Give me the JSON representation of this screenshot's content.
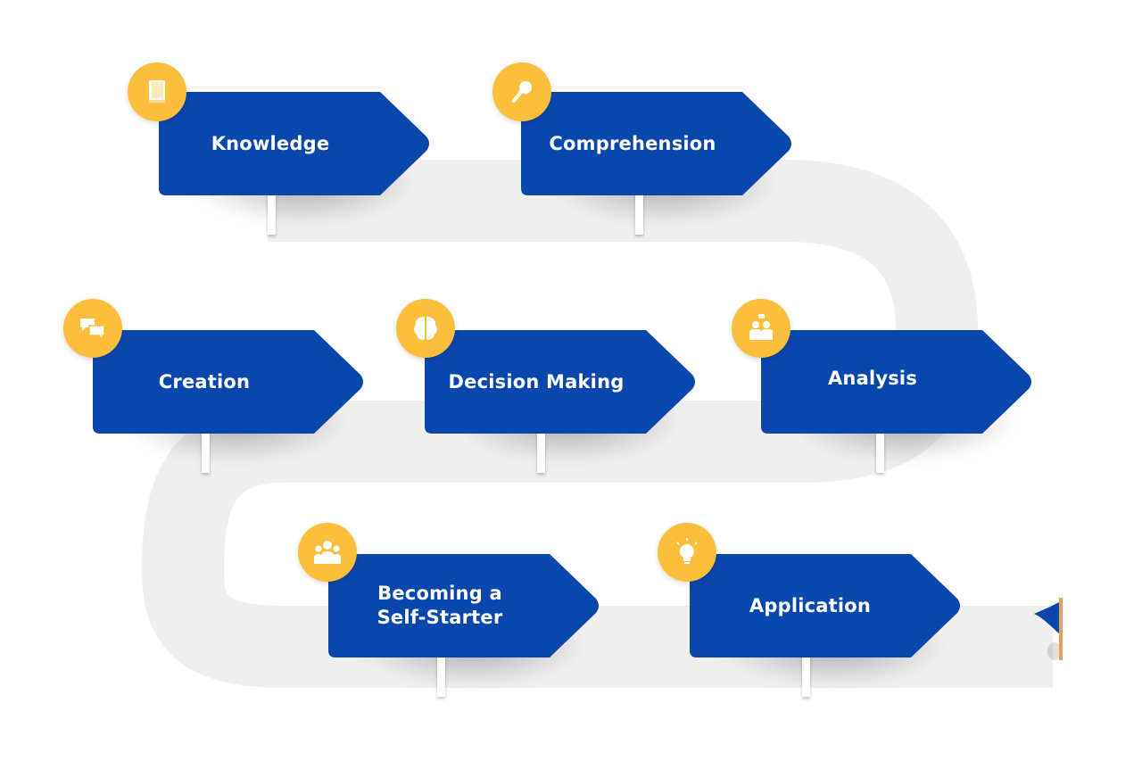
{
  "title": "Learning path road map",
  "colors": {
    "sign_blue": "#0a47ad",
    "badge_yellow": "#fbbf3c",
    "road_gray": "#eeeeee",
    "flag_pole": "#e2a25a",
    "text_white": "#ffffff"
  },
  "signs": [
    {
      "label": "Knowledge",
      "icon": "book-icon"
    },
    {
      "label": "Comprehension",
      "icon": "magnifier-icon"
    },
    {
      "label": "Creation",
      "icon": "chat-bubbles-icon"
    },
    {
      "label": "Decision Making",
      "icon": "brain-icon"
    },
    {
      "label": "Analysis",
      "icon": "discussion-people-icon"
    },
    {
      "label": "Becoming a Self-Starter",
      "icon": "group-people-icon"
    },
    {
      "label": "Application",
      "icon": "lightbulb-icon"
    }
  ],
  "end_marker": {
    "icon": "flag-icon"
  }
}
